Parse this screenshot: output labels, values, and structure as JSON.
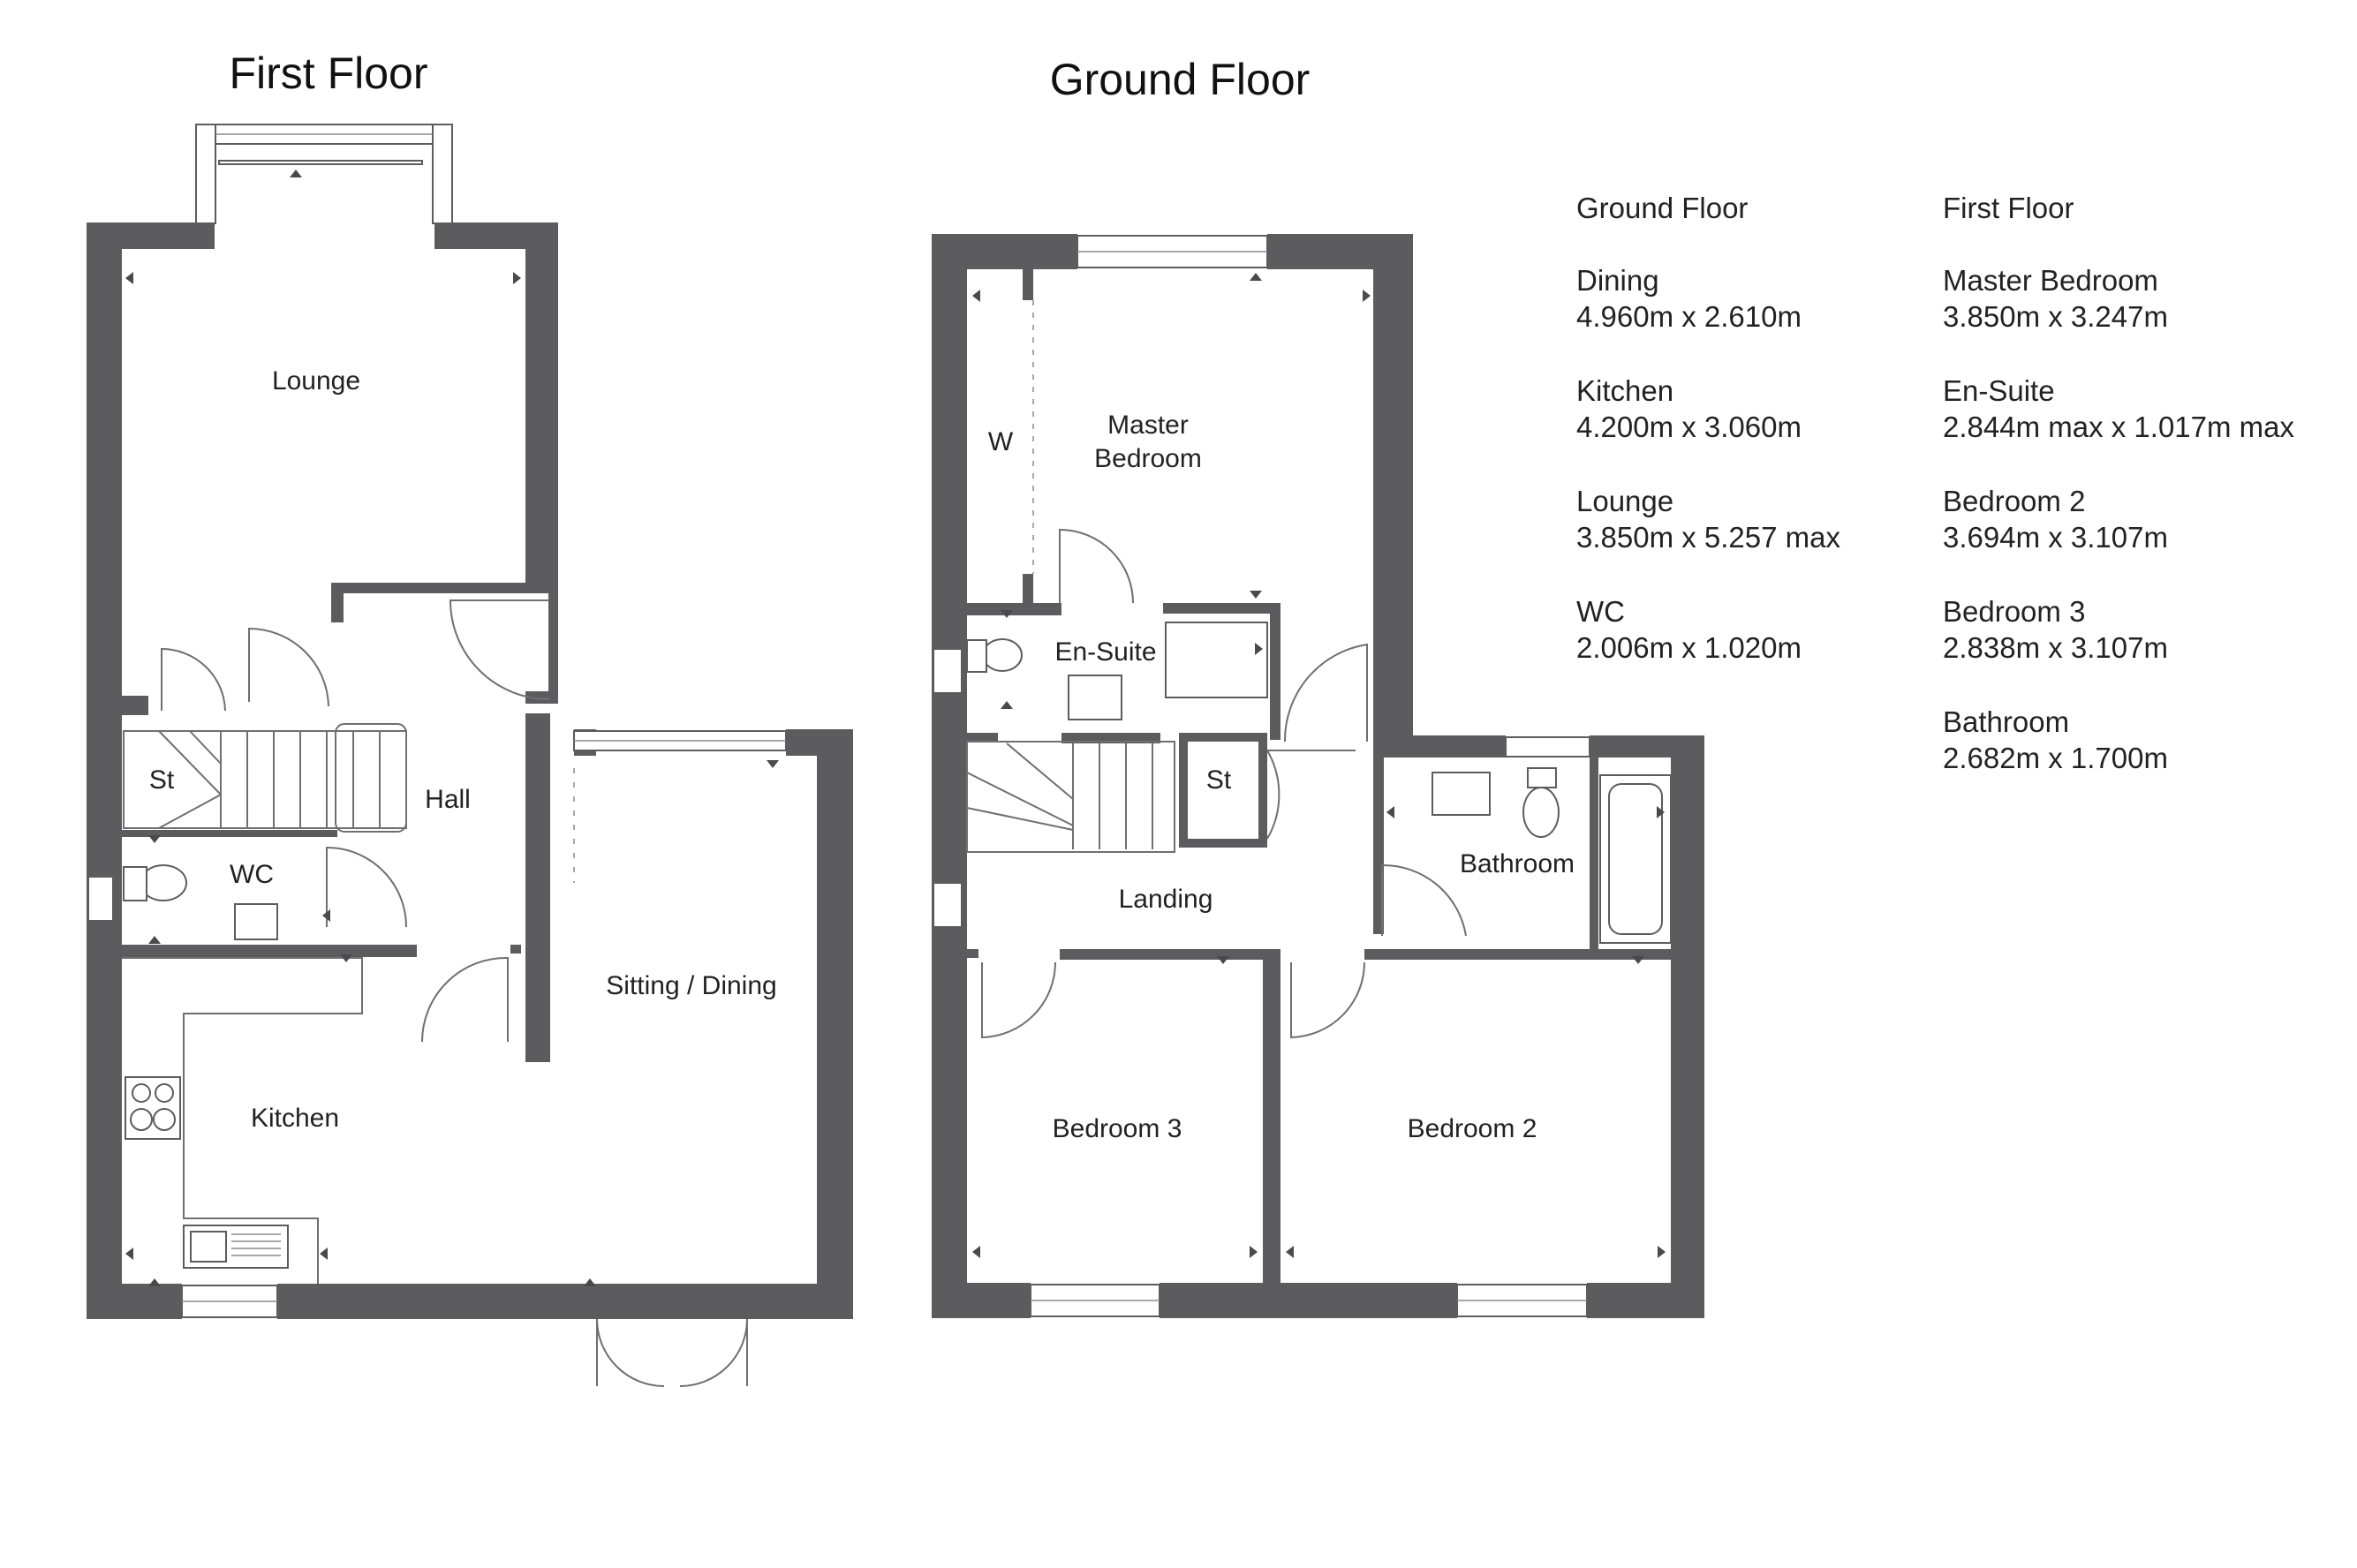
{
  "titles": {
    "left": "First Floor",
    "right": "Ground Floor"
  },
  "rooms_left": {
    "lounge": "Lounge",
    "st": "St",
    "hall": "Hall",
    "wc": "WC",
    "kitchen": "Kitchen",
    "sitting_dining": "Sitting / Dining"
  },
  "rooms_right": {
    "w": "W",
    "master_line1": "Master",
    "master_line2": "Bedroom",
    "en_suite": "En-Suite",
    "st": "St",
    "landing": "Landing",
    "bathroom": "Bathroom",
    "bedroom3": "Bedroom 3",
    "bedroom2": "Bedroom 2"
  },
  "schedule": {
    "ground": {
      "heading": "Ground Floor",
      "items": [
        {
          "name": "Dining",
          "size": "4.960m x 2.610m"
        },
        {
          "name": "Kitchen",
          "size": "4.200m x 3.060m"
        },
        {
          "name": "Lounge",
          "size": "3.850m x 5.257 max"
        },
        {
          "name": "WC",
          "size": "2.006m x 1.020m"
        }
      ]
    },
    "first": {
      "heading": "First Floor",
      "items": [
        {
          "name": "Master Bedroom",
          "size": "3.850m x 3.247m"
        },
        {
          "name": "En-Suite",
          "size": "2.844m max x 1.017m max"
        },
        {
          "name": "Bedroom 2",
          "size": "3.694m x 3.107m"
        },
        {
          "name": "Bedroom 3",
          "size": "2.838m x 3.107m"
        },
        {
          "name": "Bathroom",
          "size": "2.682m x 1.700m"
        }
      ]
    }
  },
  "colors": {
    "wall": "#5c5c5e",
    "background": "#ffffff"
  }
}
